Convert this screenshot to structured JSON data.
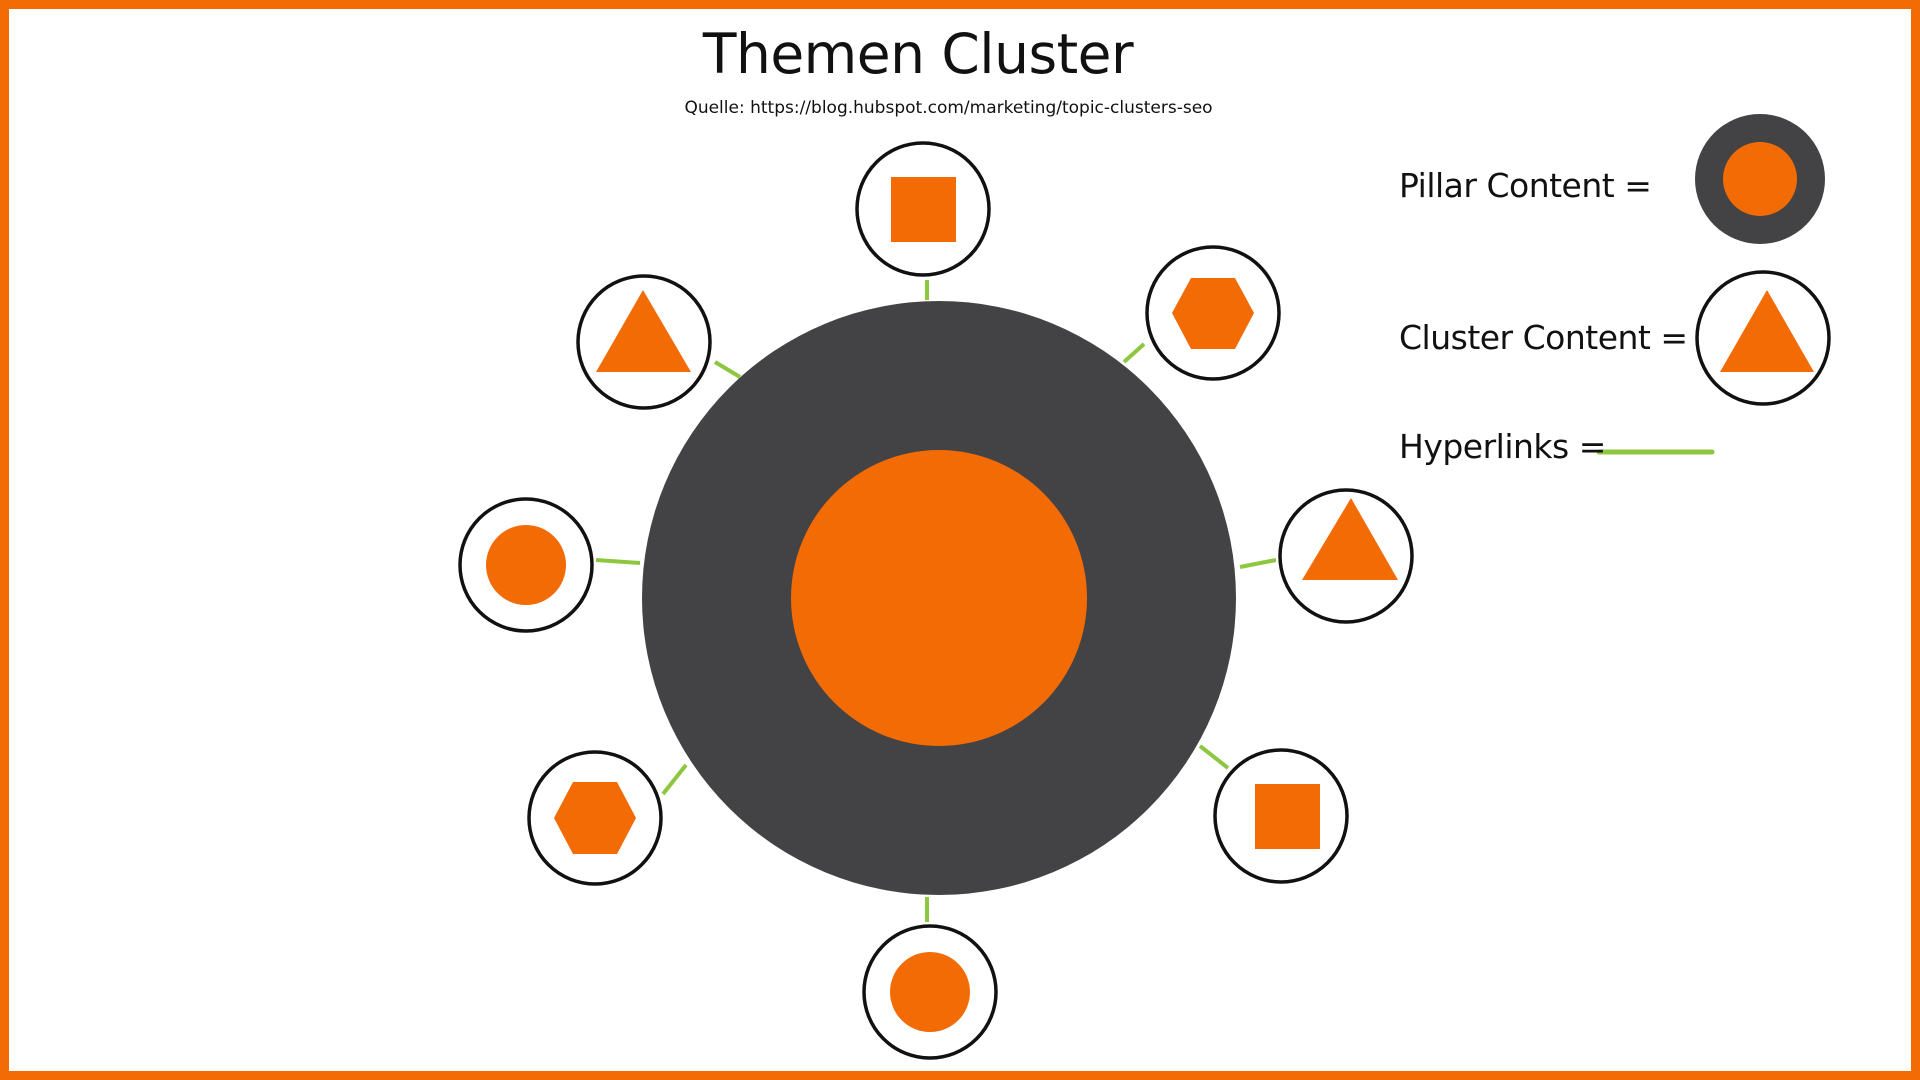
{
  "title": "Themen Cluster",
  "source": "Quelle: https://blog.hubspot.com/marketing/topic-clusters-seo",
  "legend": {
    "pillar_label": "Pillar Content =",
    "cluster_label": "Cluster Content =",
    "hyperlinks_label": "Hyperlinks ="
  },
  "colors": {
    "frame": "#f36b05",
    "pillar_outer": "#434345",
    "accent": "#f36b05",
    "link": "#8dc63f"
  },
  "diagram": {
    "pillar": {
      "inner_shape": "circle"
    },
    "clusters": [
      {
        "position": "top",
        "shape": "square"
      },
      {
        "position": "top-right",
        "shape": "hexagon"
      },
      {
        "position": "right",
        "shape": "triangle"
      },
      {
        "position": "bottom-right",
        "shape": "square"
      },
      {
        "position": "bottom",
        "shape": "circle"
      },
      {
        "position": "bottom-left",
        "shape": "hexagon"
      },
      {
        "position": "left",
        "shape": "circle"
      },
      {
        "position": "top-left",
        "shape": "triangle"
      }
    ]
  }
}
